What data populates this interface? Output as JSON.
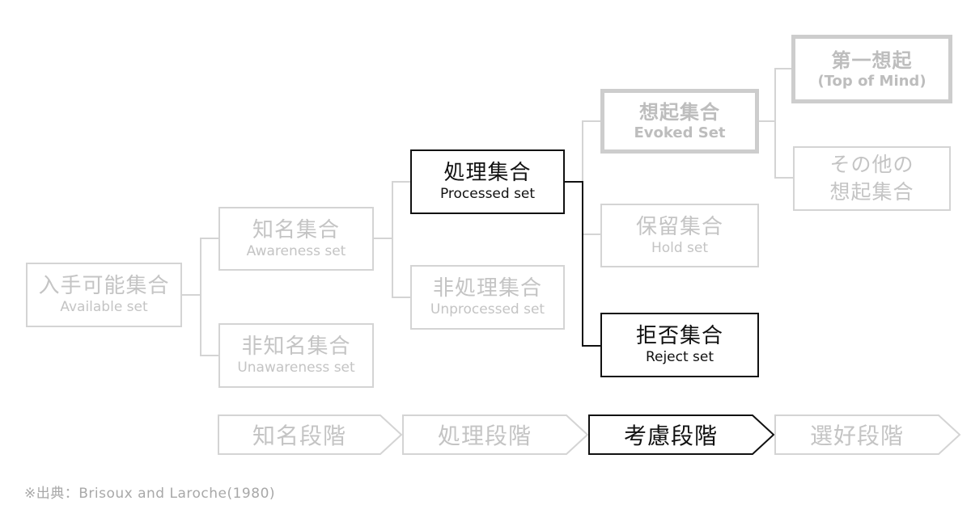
{
  "sets": {
    "available": {
      "ja": "入手可能集合",
      "en": "Available set"
    },
    "awareness": {
      "ja": "知名集合",
      "en": "Awareness set"
    },
    "unawareness": {
      "ja": "非知名集合",
      "en": "Unawareness set"
    },
    "processed": {
      "ja": "処理集合",
      "en": "Processed set"
    },
    "unprocessed": {
      "ja": "非処理集合",
      "en": "Unprocessed set"
    },
    "evoked": {
      "ja": "想起集合",
      "en": "Evoked Set"
    },
    "hold": {
      "ja": "保留集合",
      "en": "Hold set"
    },
    "reject": {
      "ja": "拒否集合",
      "en": "Reject set"
    },
    "top_of_mind": {
      "ja": "第一想起",
      "en": "(Top of Mind)"
    },
    "other_evoked": {
      "line1": "その他の",
      "line2": "想起集合"
    }
  },
  "stages": [
    "知名段階",
    "処理段階",
    "考慮段階",
    "選好段階"
  ],
  "active_stage": "考慮段階",
  "source": "※出典：Brisoux and Laroche(1980)",
  "colors": {
    "active": "#111111",
    "inactive_border": "#d4d4d4",
    "inactive_text": "#c4c4c4"
  }
}
